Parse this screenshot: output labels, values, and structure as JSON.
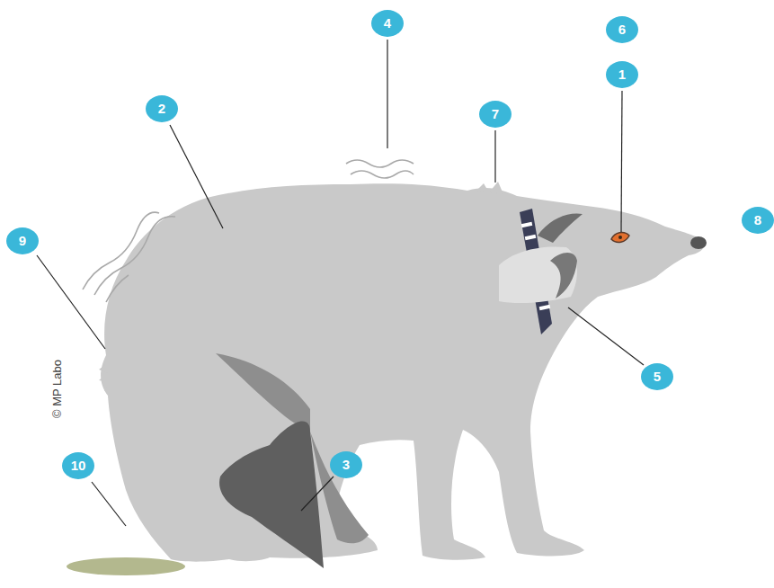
{
  "diagram": {
    "labels": [
      "4",
      "6",
      "1",
      "2",
      "7",
      "8",
      "9",
      "© MP Labo",
      "5",
      "3",
      "10"
    ]
  }
}
